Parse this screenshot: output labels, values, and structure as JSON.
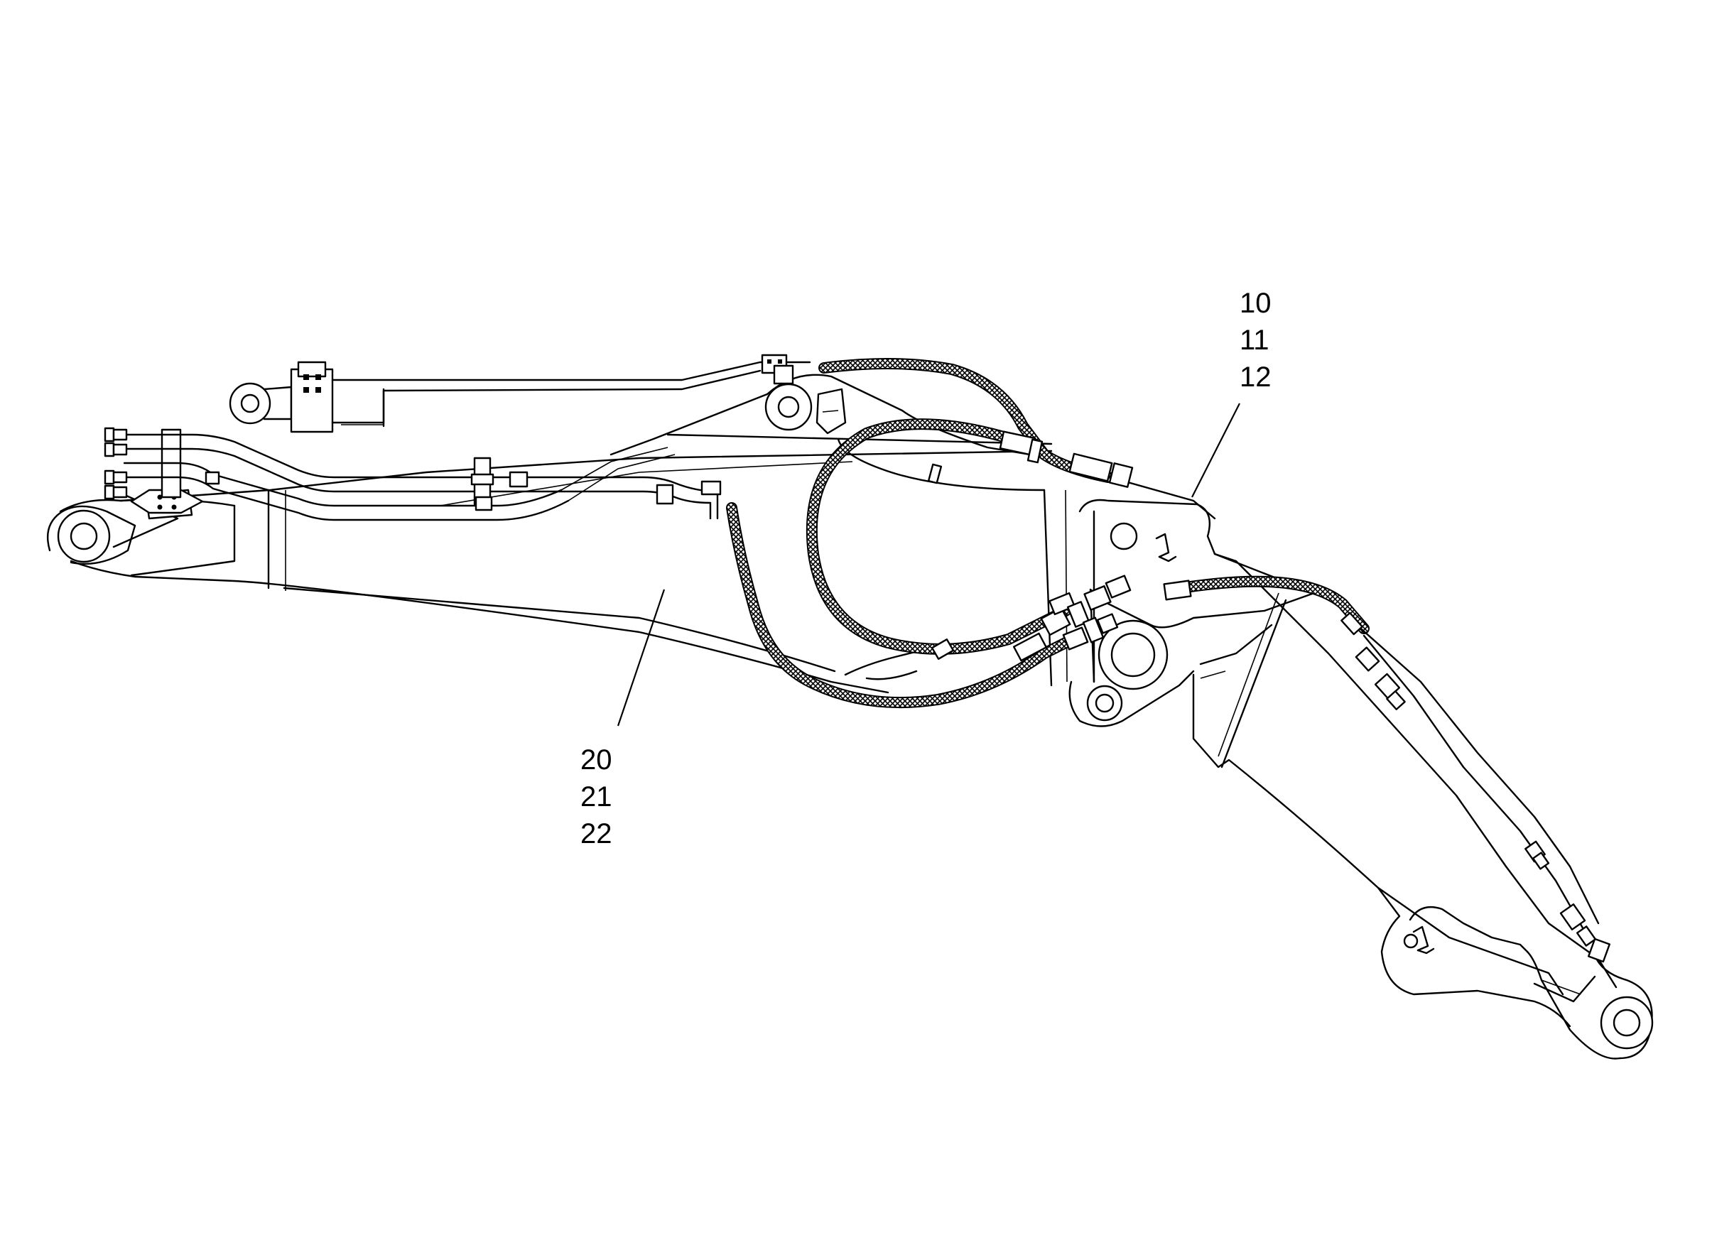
{
  "callouts": [
    {
      "id": "upper",
      "lines": [
        "10",
        "11",
        "12"
      ]
    },
    {
      "id": "lower",
      "lines": [
        "20",
        "21",
        "22"
      ]
    }
  ],
  "colors": {
    "line": "#000000",
    "background": "#ffffff"
  }
}
